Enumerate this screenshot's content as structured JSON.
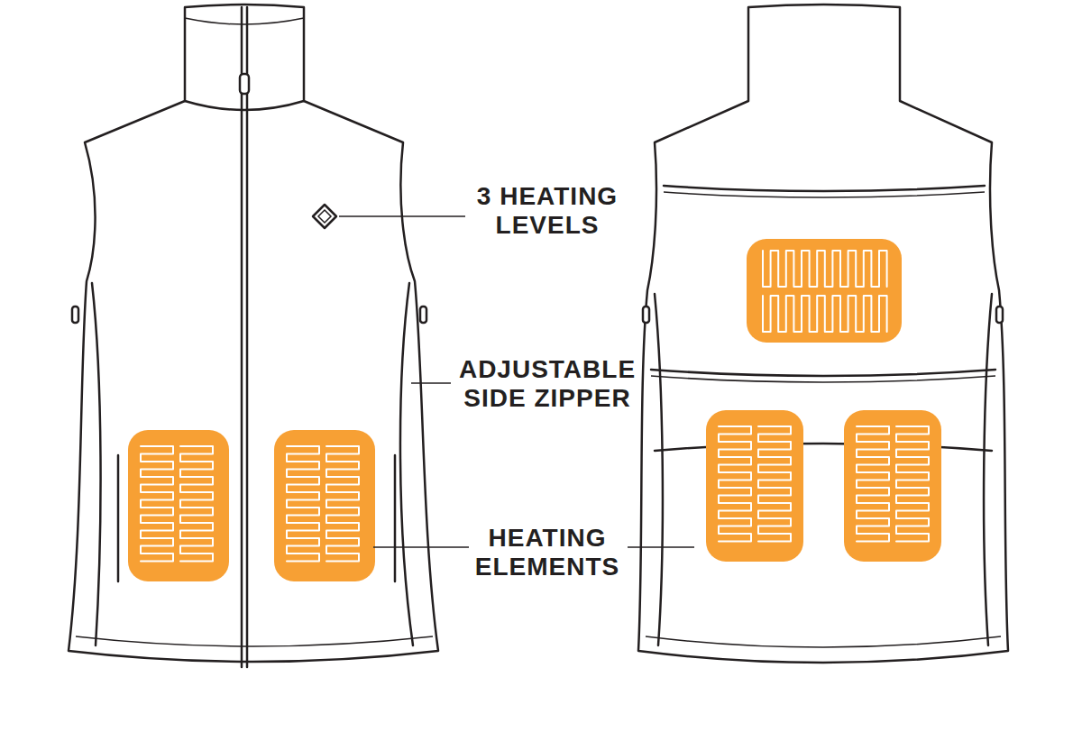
{
  "diagram": {
    "labels": [
      "3 HEATING LEVELS",
      "ADJUSTABLE SIDE ZIPPER",
      "HEATING ELEMENTS"
    ]
  }
}
